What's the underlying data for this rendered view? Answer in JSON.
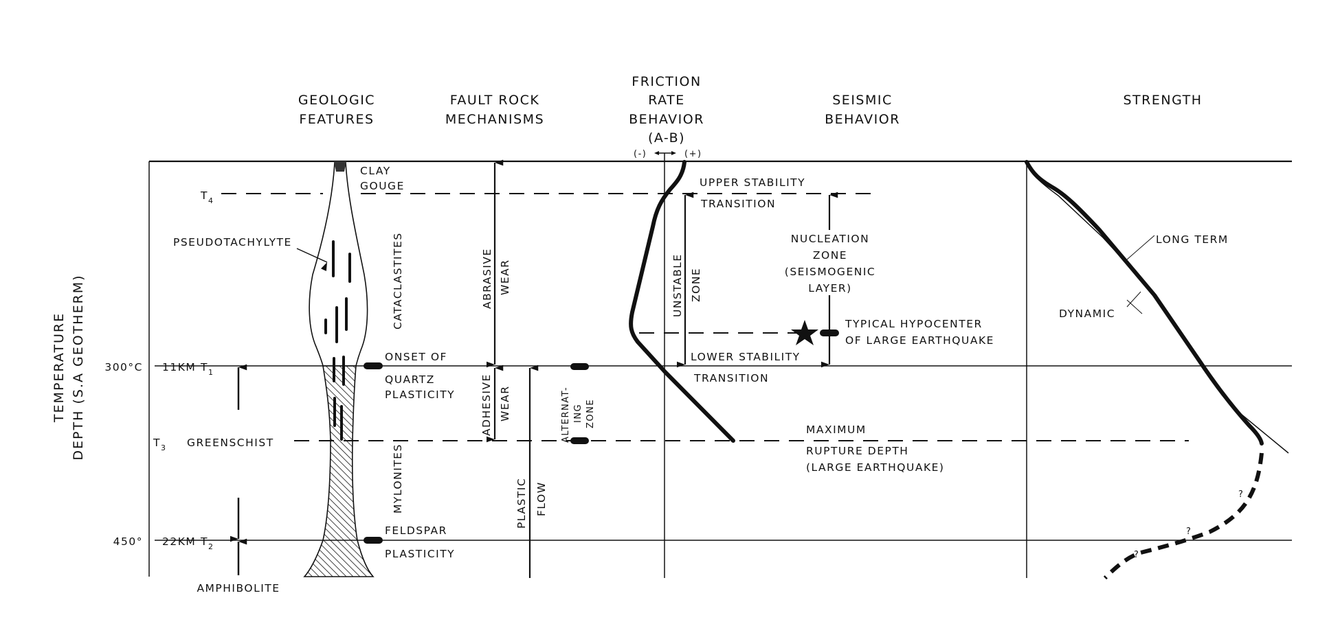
{
  "headers": {
    "geologic": [
      "GEOLOGIC",
      "FEATURES"
    ],
    "fault_rock": [
      "FAULT ROCK",
      "MECHANISMS"
    ],
    "friction": [
      "FRICTION",
      "RATE",
      "BEHAVIOR",
      "(A-B)"
    ],
    "friction_sign_neg": "(-)",
    "friction_sign_pos": "(+)",
    "seismic": [
      "SEISMIC",
      "BEHAVIOR"
    ],
    "strength": "STRENGTH"
  },
  "y_axis": {
    "line1": "TEMPERATURE",
    "line2": "DEPTH (S.A GEOTHERM)"
  },
  "levels": {
    "t4": {
      "symbol": "T",
      "sub": "4"
    },
    "t1": {
      "temp": "300°C",
      "depth": "11KM",
      "symbol": "T",
      "sub": "1"
    },
    "t3": {
      "symbol": "T",
      "sub": "3",
      "facies": "GREENSCHIST"
    },
    "t2": {
      "temp": "450°",
      "depth": "22KM",
      "symbol": "T",
      "sub": "2"
    },
    "amphibolite": "AMPHIBOLITE"
  },
  "geologic": {
    "clay_gouge": [
      "CLAY",
      "GOUGE"
    ],
    "pseudotachylyte": "PSEUDOTACHYLYTE",
    "cataclastites": "CATACLASTITES",
    "mylonites": "MYLONITES",
    "onset_quartz": [
      "ONSET OF",
      "QUARTZ",
      "PLASTICITY"
    ],
    "feldspar": [
      "FELDSPAR",
      "PLASTICITY"
    ]
  },
  "mechanisms": {
    "abrasive": [
      "ABRASIVE",
      "WEAR"
    ],
    "adhesive": [
      "ADHESIVE",
      "WEAR"
    ],
    "plastic": [
      "PLASTIC",
      "FLOW"
    ],
    "alternating": [
      "ALTERNAT-",
      "ING",
      "ZONE"
    ]
  },
  "friction": {
    "unstable": [
      "UNSTABLE",
      "ZONE"
    ]
  },
  "seismic": {
    "upper": [
      "UPPER STABILITY",
      "TRANSITION"
    ],
    "nucleation": [
      "NUCLEATION",
      "ZONE",
      "(SEISMOGENIC",
      "LAYER)"
    ],
    "hypocenter": [
      "TYPICAL HYPOCENTER",
      "OF LARGE EARTHQUAKE"
    ],
    "lower": [
      "LOWER STABILITY",
      "TRANSITION"
    ],
    "max_rupture": [
      "MAXIMUM",
      "RUPTURE DEPTH",
      "(LARGE EARTHQUAKE)"
    ]
  },
  "strength": {
    "long_term": "LONG TERM",
    "dynamic": "DYNAMIC",
    "uncertain_mark": "?"
  }
}
